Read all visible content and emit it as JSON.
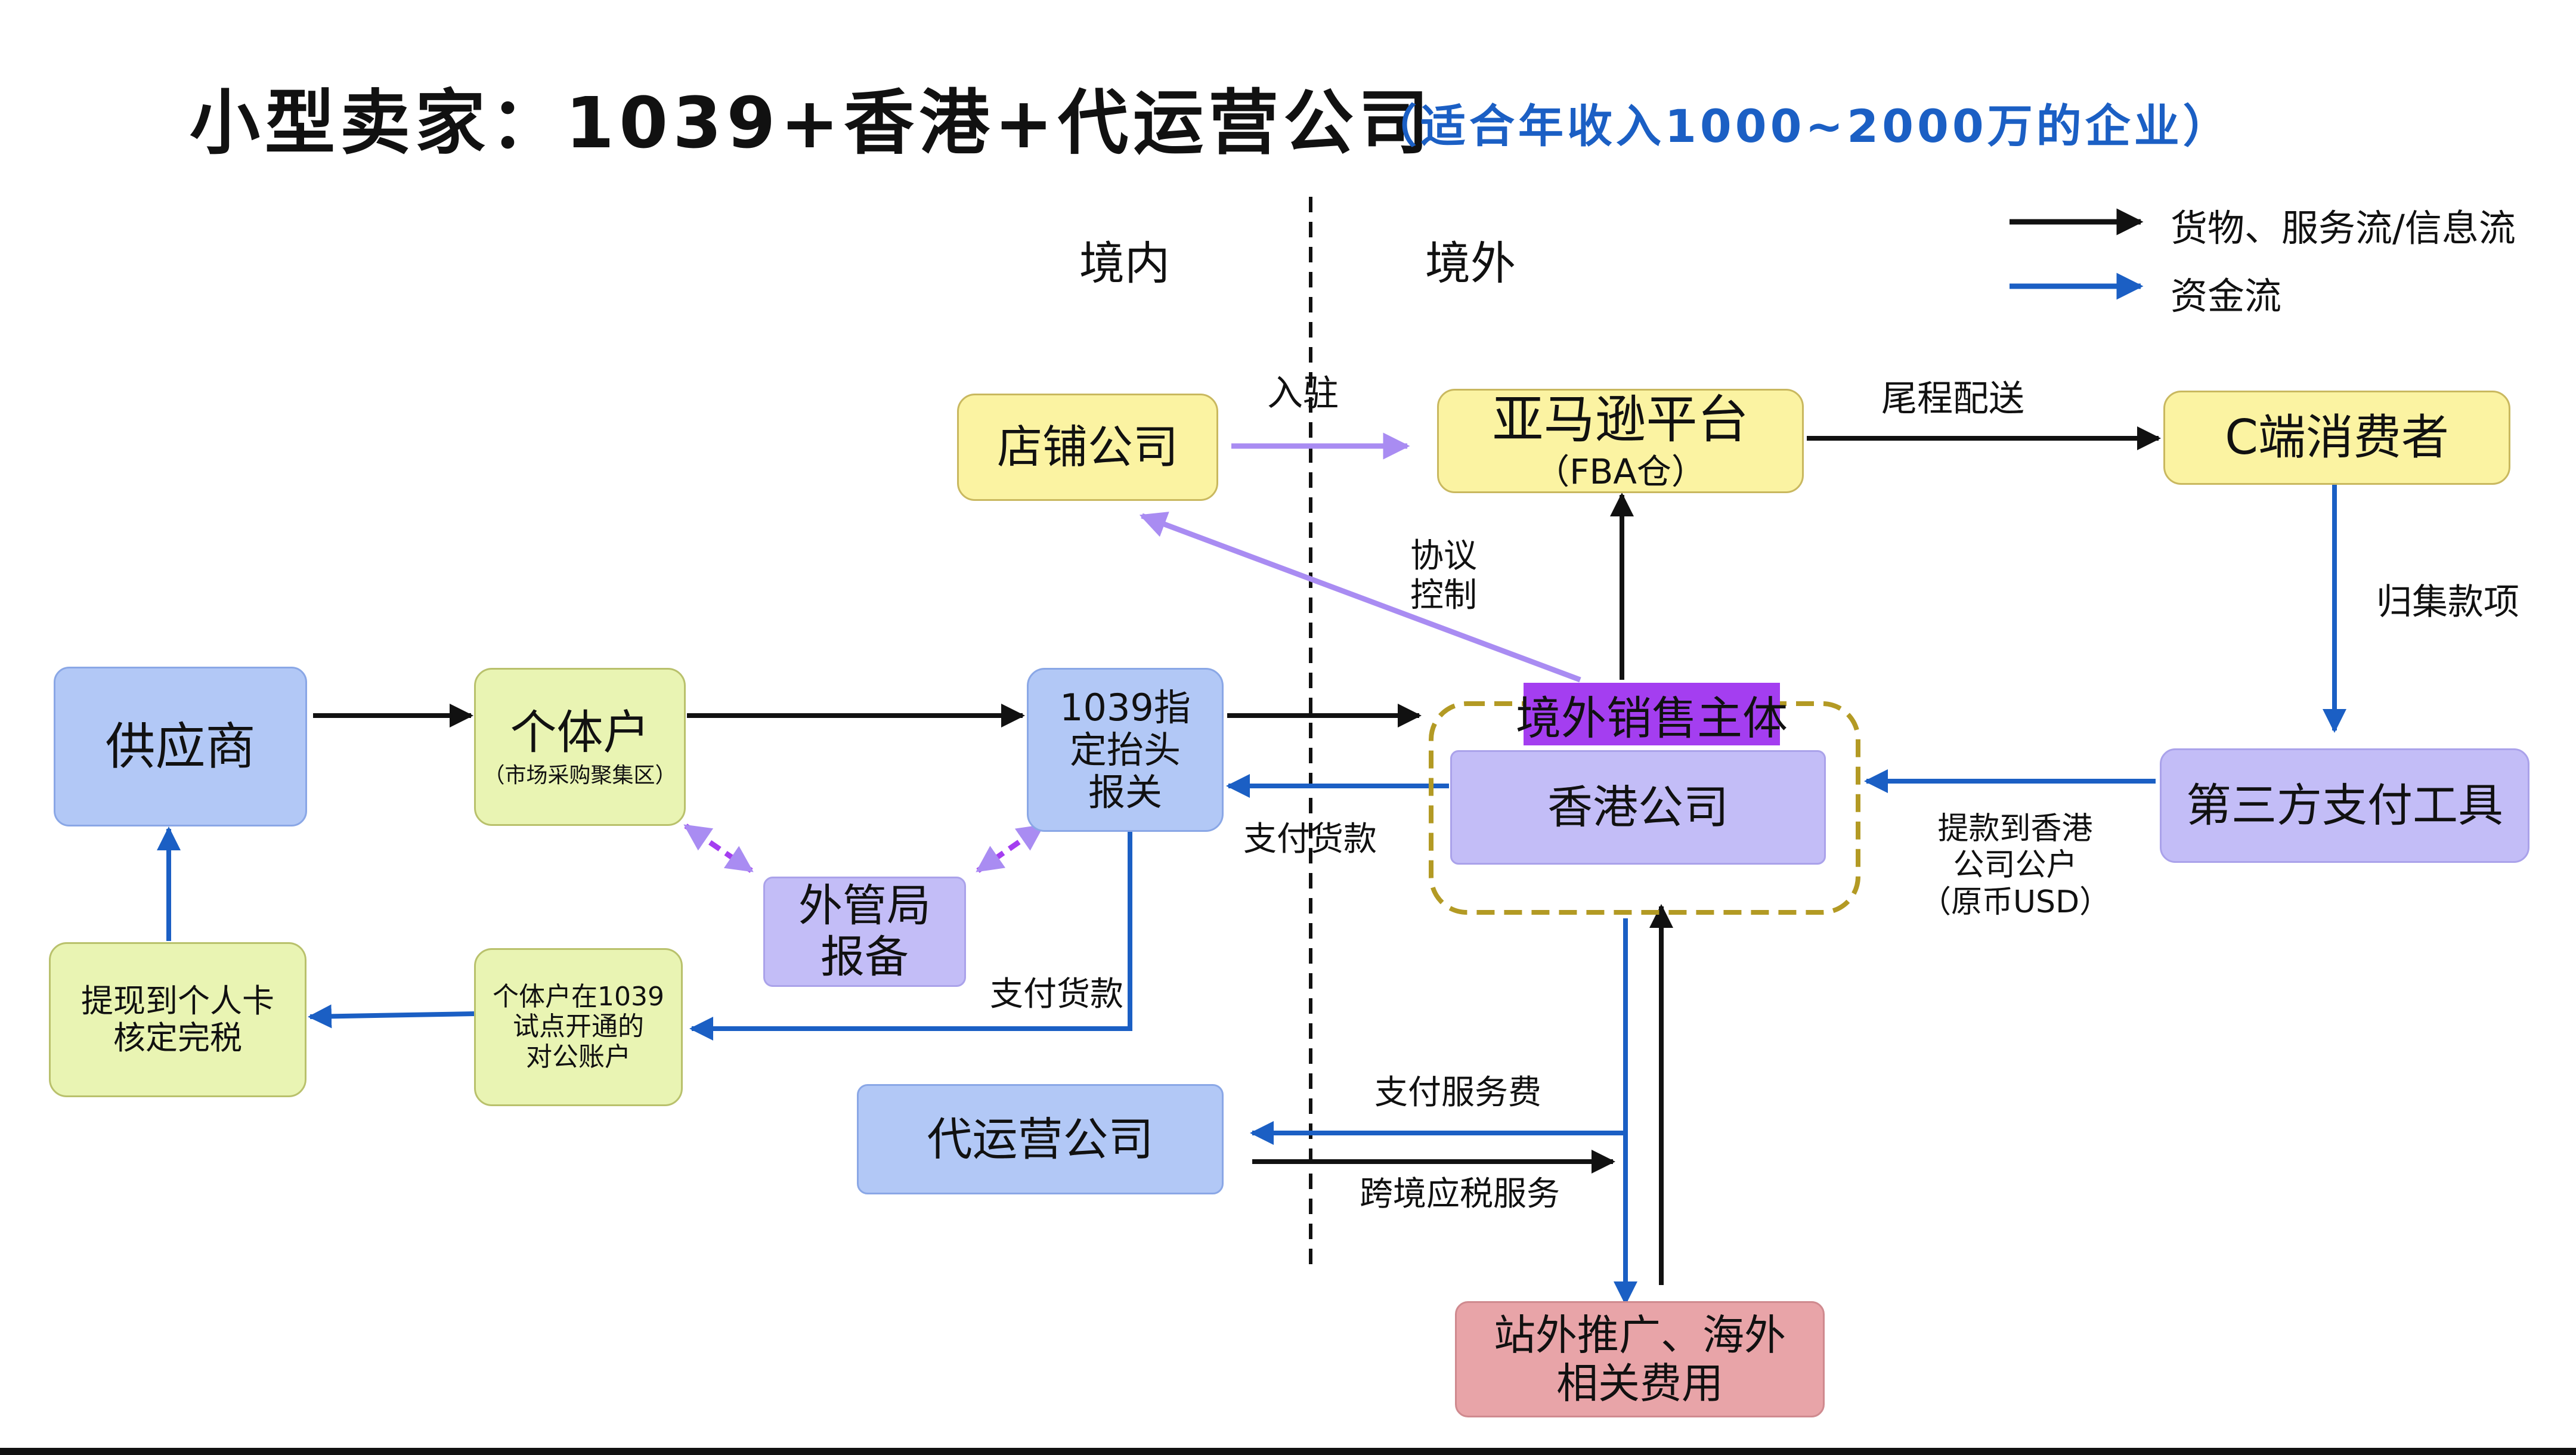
{
  "title": {
    "main": "小型卖家：1039+香港+代运营公司",
    "subtitle": "（适合年收入1000~2000万的企业）"
  },
  "regions": {
    "domestic": "境内",
    "overseas": "境外"
  },
  "legend": {
    "goods_flow": "货物、服务流/信息流",
    "money_flow": "资金流"
  },
  "colors": {
    "black_arrow": "#111111",
    "blue_arrow": "#1b5fc4",
    "purple_arrow": "#a98cf2",
    "yellow_box": "#fbf3a2",
    "green_box": "#e9f4b3",
    "blue_box": "#b2c8f6",
    "purple_box": "#c3bdf7",
    "pink_box": "#e8a4a8",
    "magenta_label": "#a43ef0",
    "dashed_group": "#b39a24"
  },
  "nodes": {
    "store_company": "店铺公司",
    "amazon": {
      "title": "亚马逊平台",
      "sub": "（FBA仓）"
    },
    "consumer": "C端消费者",
    "supplier": "供应商",
    "individual": {
      "title": "个体户",
      "sub": "（市场采购聚集区）"
    },
    "customs": [
      "1039指",
      "定抬头",
      "报关"
    ],
    "overseas_entity": "境外销售主体",
    "hk_company": "香港公司",
    "third_party_pay": "第三方支付工具",
    "forex_bureau": [
      "外管局",
      "报备"
    ],
    "withdraw": [
      "提现到个人卡",
      "核定完税"
    ],
    "public_account": [
      "个体户在1039",
      "试点开通的",
      "对公账户"
    ],
    "operator": "代运营公司",
    "offsite": [
      "站外推广、海外",
      "相关费用"
    ]
  },
  "edge_labels": {
    "settle_in": "入驻",
    "last_mile": "尾程配送",
    "agreement": [
      "协议",
      "控制"
    ],
    "collect": "归集款项",
    "pay_goods_1": "支付货款",
    "pay_goods_2": "支付货款",
    "withdraw_hk": [
      "提款到香港",
      "公司公户",
      "（原币USD）"
    ],
    "pay_service": "支付服务费",
    "tax_service": "跨境应税服务"
  }
}
